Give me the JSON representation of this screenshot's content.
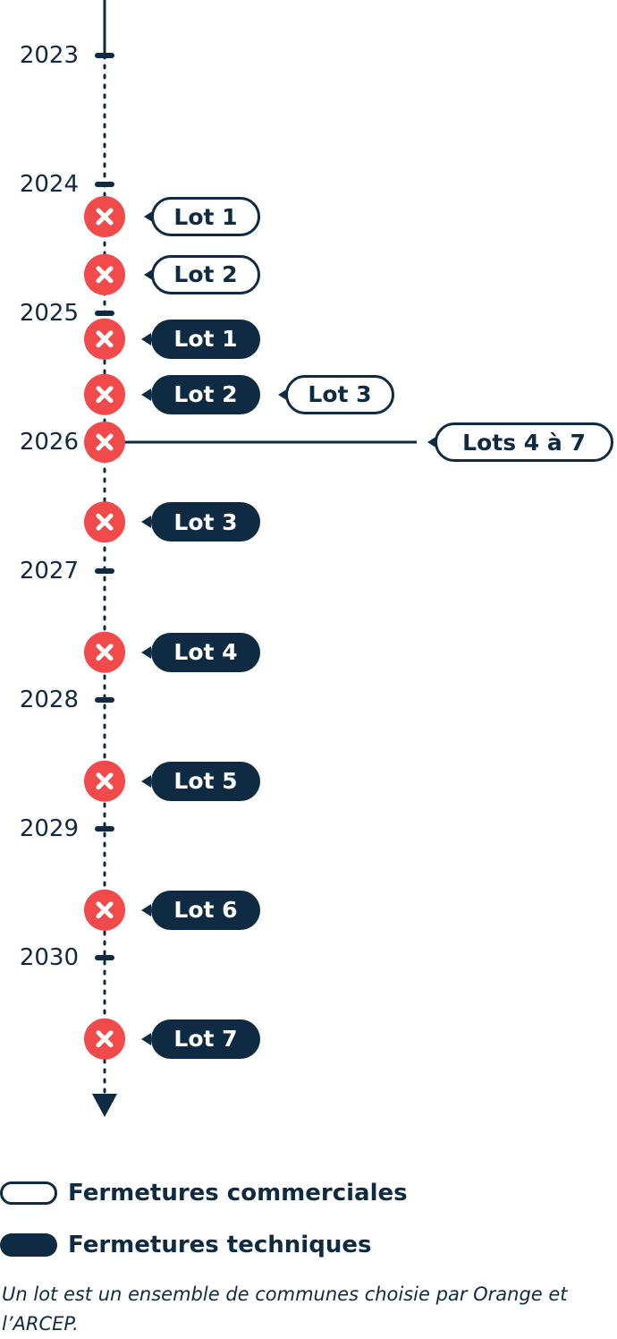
{
  "years": [
    "2023",
    "2024",
    "2025",
    "2026",
    "2027",
    "2028",
    "2029",
    "2030"
  ],
  "events": [
    {
      "year_pos": 2024.25,
      "lots": [
        {
          "label": "Lot 1",
          "kind": "commercial"
        }
      ]
    },
    {
      "year_pos": 2024.7,
      "lots": [
        {
          "label": "Lot 2",
          "kind": "commercial"
        }
      ]
    },
    {
      "year_pos": 2025.2,
      "lots": [
        {
          "label": "Lot 1",
          "kind": "technical"
        }
      ]
    },
    {
      "year_pos": 2025.63,
      "lots": [
        {
          "label": "Lot 2",
          "kind": "technical"
        },
        {
          "label": "Lot 3",
          "kind": "commercial"
        }
      ]
    },
    {
      "year_pos": 2026.0,
      "lots": [
        {
          "label": "Lots 4 à 7",
          "kind": "commercial",
          "connector": "line"
        }
      ]
    },
    {
      "year_pos": 2026.62,
      "lots": [
        {
          "label": "Lot 3",
          "kind": "technical"
        }
      ]
    },
    {
      "year_pos": 2027.63,
      "lots": [
        {
          "label": "Lot 4",
          "kind": "technical"
        }
      ]
    },
    {
      "year_pos": 2028.63,
      "lots": [
        {
          "label": "Lot 5",
          "kind": "technical"
        }
      ]
    },
    {
      "year_pos": 2029.63,
      "lots": [
        {
          "label": "Lot 6",
          "kind": "technical"
        }
      ]
    },
    {
      "year_pos": 2030.63,
      "lots": [
        {
          "label": "Lot 7",
          "kind": "technical"
        }
      ]
    }
  ],
  "closure_icon": "close-x-icon",
  "colors": {
    "navy": "#0f2a43",
    "red": "#f04a4b",
    "white": "#ffffff"
  },
  "legend": {
    "commercial": "Fermetures commerciales",
    "technical": "Fermetures techniques"
  },
  "note": "Un lot est un ensemble de communes choisie par Orange et l’ARCEP."
}
